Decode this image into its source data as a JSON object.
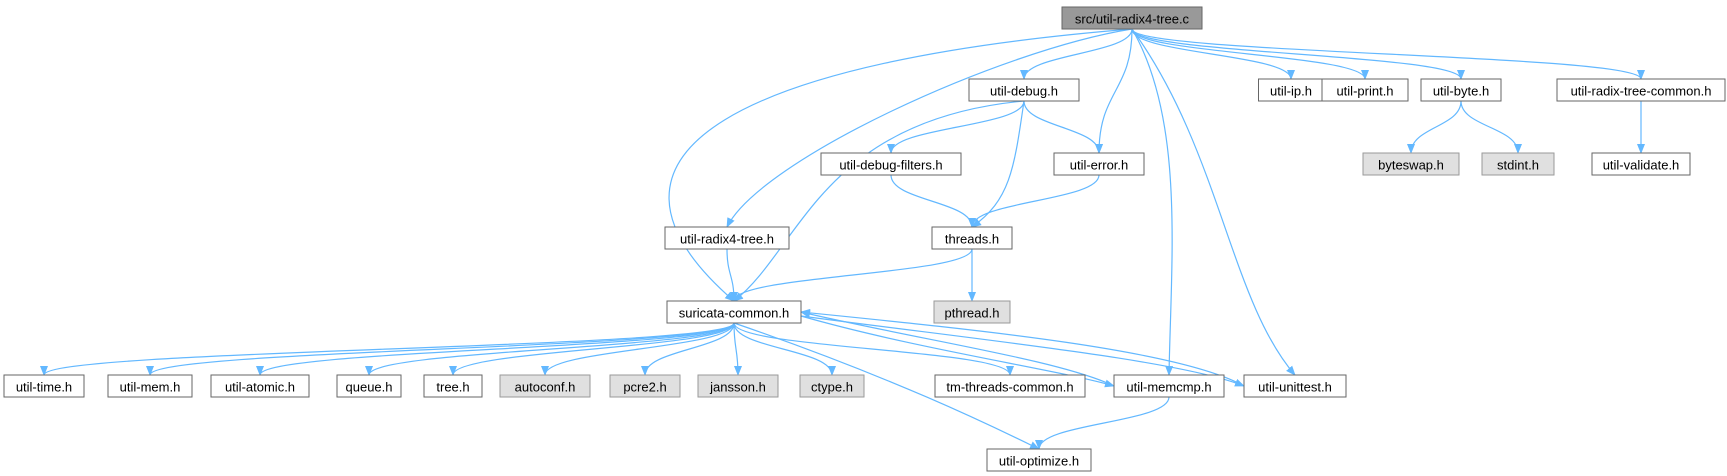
{
  "colors": {
    "edge": "#63b8ff",
    "root_fill": "#999999",
    "root_border": "#666666",
    "node_fill": "#ffffff",
    "node_border": "#666666",
    "external_fill": "#e0e0e0",
    "external_border": "#999999"
  },
  "nodes": [
    {
      "id": "root",
      "label": "src/util-radix4-tree.c",
      "kind": "root"
    },
    {
      "id": "debug",
      "label": "util-debug.h",
      "kind": "normal"
    },
    {
      "id": "ip",
      "label": "util-ip.h",
      "kind": "normal"
    },
    {
      "id": "print",
      "label": "util-print.h",
      "kind": "normal"
    },
    {
      "id": "byte",
      "label": "util-byte.h",
      "kind": "normal"
    },
    {
      "id": "rtcommon",
      "label": "util-radix-tree-common.h",
      "kind": "normal"
    },
    {
      "id": "dfilters",
      "label": "util-debug-filters.h",
      "kind": "normal"
    },
    {
      "id": "error",
      "label": "util-error.h",
      "kind": "normal"
    },
    {
      "id": "byteswap",
      "label": "byteswap.h",
      "kind": "external"
    },
    {
      "id": "stdint",
      "label": "stdint.h",
      "kind": "external"
    },
    {
      "id": "validate",
      "label": "util-validate.h",
      "kind": "normal"
    },
    {
      "id": "radix4h",
      "label": "util-radix4-tree.h",
      "kind": "normal"
    },
    {
      "id": "threads",
      "label": "threads.h",
      "kind": "normal"
    },
    {
      "id": "pthread",
      "label": "pthread.h",
      "kind": "external"
    },
    {
      "id": "suricata",
      "label": "suricata-common.h",
      "kind": "normal"
    },
    {
      "id": "time",
      "label": "util-time.h",
      "kind": "normal"
    },
    {
      "id": "mem",
      "label": "util-mem.h",
      "kind": "normal"
    },
    {
      "id": "atomic",
      "label": "util-atomic.h",
      "kind": "normal"
    },
    {
      "id": "queue",
      "label": "queue.h",
      "kind": "normal"
    },
    {
      "id": "tree",
      "label": "tree.h",
      "kind": "normal"
    },
    {
      "id": "autoconf",
      "label": "autoconf.h",
      "kind": "external"
    },
    {
      "id": "pcre2",
      "label": "pcre2.h",
      "kind": "external"
    },
    {
      "id": "jansson",
      "label": "jansson.h",
      "kind": "external"
    },
    {
      "id": "ctype",
      "label": "ctype.h",
      "kind": "external"
    },
    {
      "id": "tmthreads",
      "label": "tm-threads-common.h",
      "kind": "normal"
    },
    {
      "id": "memcmp",
      "label": "util-memcmp.h",
      "kind": "normal"
    },
    {
      "id": "unittest",
      "label": "util-unittest.h",
      "kind": "normal"
    },
    {
      "id": "optimize",
      "label": "util-optimize.h",
      "kind": "normal"
    }
  ],
  "edges": [
    {
      "from": "root",
      "to": "debug"
    },
    {
      "from": "root",
      "to": "ip"
    },
    {
      "from": "root",
      "to": "print"
    },
    {
      "from": "root",
      "to": "byte"
    },
    {
      "from": "root",
      "to": "rtcommon"
    },
    {
      "from": "root",
      "to": "error"
    },
    {
      "from": "root",
      "to": "radix4h"
    },
    {
      "from": "root",
      "to": "suricata"
    },
    {
      "from": "root",
      "to": "memcmp"
    },
    {
      "from": "root",
      "to": "unittest"
    },
    {
      "from": "debug",
      "to": "dfilters"
    },
    {
      "from": "debug",
      "to": "error"
    },
    {
      "from": "debug",
      "to": "threads"
    },
    {
      "from": "debug",
      "to": "suricata"
    },
    {
      "from": "dfilters",
      "to": "threads"
    },
    {
      "from": "error",
      "to": "threads"
    },
    {
      "from": "byte",
      "to": "byteswap"
    },
    {
      "from": "byte",
      "to": "stdint"
    },
    {
      "from": "rtcommon",
      "to": "validate"
    },
    {
      "from": "radix4h",
      "to": "suricata"
    },
    {
      "from": "threads",
      "to": "suricata"
    },
    {
      "from": "threads",
      "to": "pthread"
    },
    {
      "from": "suricata",
      "to": "time"
    },
    {
      "from": "suricata",
      "to": "mem"
    },
    {
      "from": "suricata",
      "to": "atomic"
    },
    {
      "from": "suricata",
      "to": "queue"
    },
    {
      "from": "suricata",
      "to": "tree"
    },
    {
      "from": "suricata",
      "to": "autoconf"
    },
    {
      "from": "suricata",
      "to": "pcre2"
    },
    {
      "from": "suricata",
      "to": "jansson"
    },
    {
      "from": "suricata",
      "to": "ctype"
    },
    {
      "from": "suricata",
      "to": "tmthreads"
    },
    {
      "from": "suricata",
      "to": "memcmp"
    },
    {
      "from": "suricata",
      "to": "unittest"
    },
    {
      "from": "suricata",
      "to": "optimize"
    },
    {
      "from": "memcmp",
      "to": "suricata"
    },
    {
      "from": "memcmp",
      "to": "optimize"
    },
    {
      "from": "unittest",
      "to": "suricata"
    }
  ]
}
